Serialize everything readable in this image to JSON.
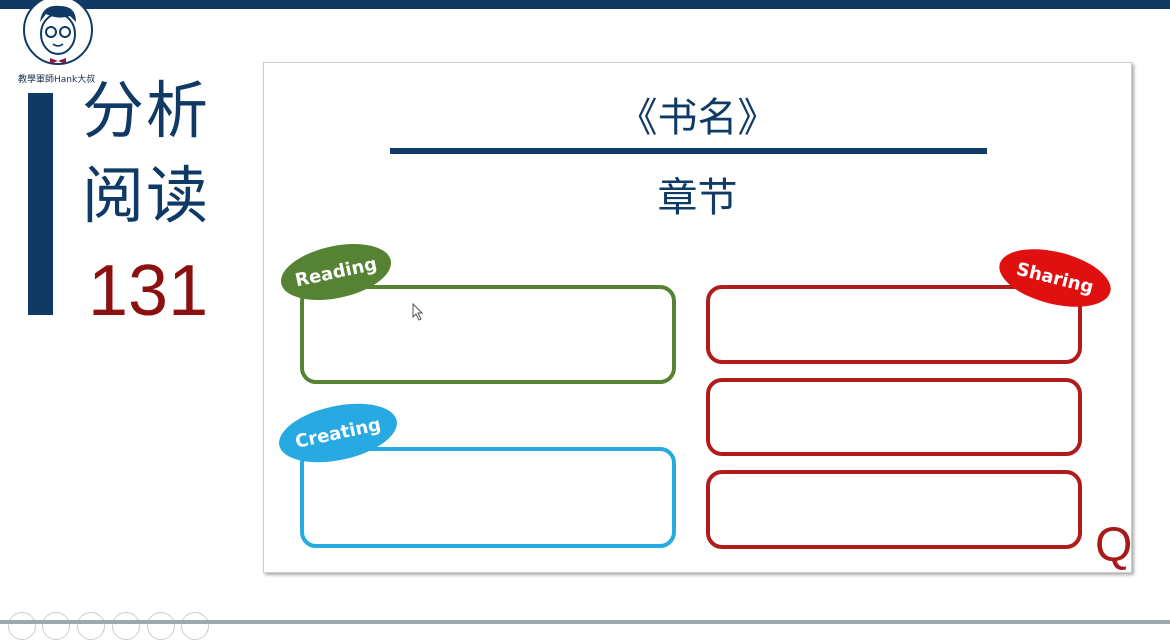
{
  "header": {
    "logo_text": "教學軍師Hank大叔"
  },
  "side": {
    "line1": "分析",
    "line2": "阅读",
    "number": "131"
  },
  "slide": {
    "title": "《书名》",
    "chapter": "章节",
    "labels": {
      "reading": "Reading",
      "creating": "Creating",
      "sharing": "Sharing"
    },
    "corner_mark": "Q"
  },
  "colors": {
    "navy": "#0f3a66",
    "green": "#568233",
    "blue": "#27a9e1",
    "red": "#b01c1c"
  }
}
